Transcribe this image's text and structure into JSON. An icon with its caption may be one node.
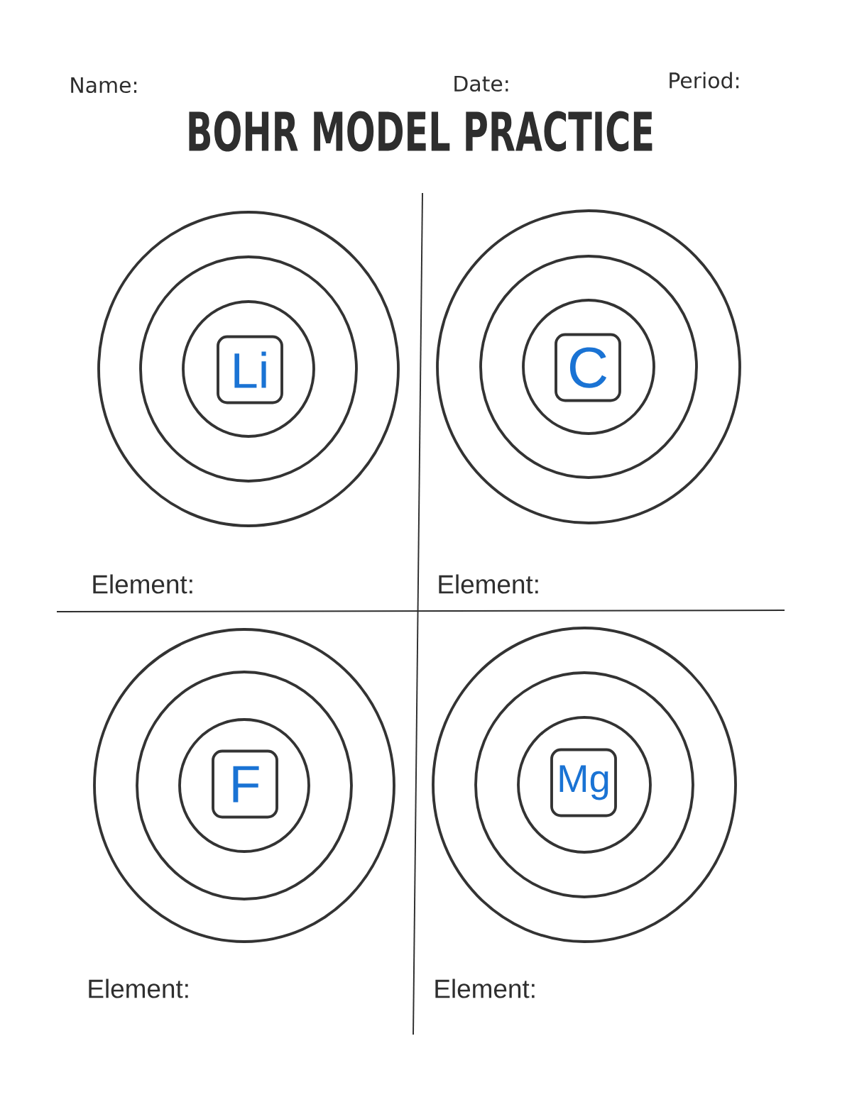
{
  "diagram": {
    "title": "BOHR MODEL PRACTICE",
    "nodes": [
      {
        "text": [
          "Li"
        ]
      },
      {
        "text": [
          "C"
        ]
      },
      {
        "text": [
          "F"
        ]
      },
      {
        "text": [
          "Mg"
        ]
      }
    ],
    "labels": [
      "Name:",
      "Date:",
      "Period:",
      "Element:",
      "Element:",
      "Element:",
      "Element:"
    ]
  }
}
